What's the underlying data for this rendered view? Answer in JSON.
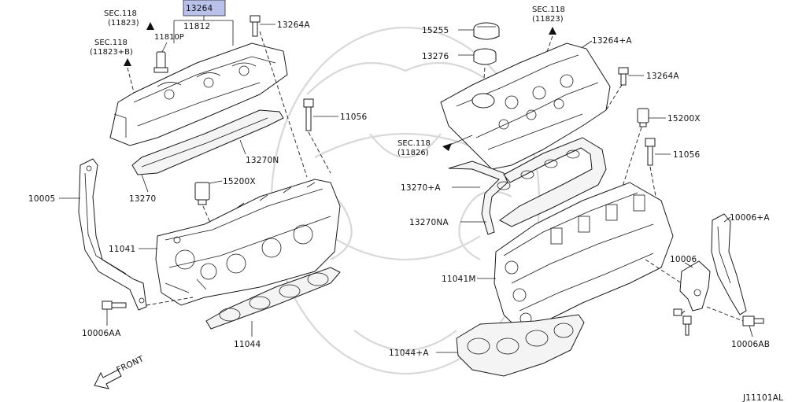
{
  "diagram_id": "J11101AL",
  "front_label": "FRONT",
  "labels": {
    "p13264": "13264",
    "p11812": "11812",
    "p11810P": "11810P",
    "sec118_a1": "SEC.118",
    "sec118_a2": "(11823)",
    "sec118_b1": "SEC.118",
    "sec118_b2": "(11823+B)",
    "p13264A_left": "13264A",
    "p11056_left": "11056",
    "p13270N": "13270N",
    "p13270": "13270",
    "p15200X_left": "15200X",
    "p10005": "10005",
    "p11041": "11041",
    "p10006AA": "10006AA",
    "p11044": "11044",
    "p15255": "15255",
    "p13276": "13276",
    "sec118_c1": "SEC.118",
    "sec118_c2": "(11823)",
    "p13264plusA": "13264+A",
    "p13264A_right": "13264A",
    "p15200X_right": "15200X",
    "sec118_d1": "SEC.118",
    "sec118_d2": "(11826)",
    "p11056_right": "11056",
    "p13270plusA": "13270+A",
    "p13270NA": "13270NA",
    "p10006plusA": "10006+A",
    "p10006": "10006",
    "p11041M": "11041M",
    "p10006AB": "10006AB",
    "p11044plusA": "11044+A"
  },
  "colors": {
    "highlight": "#b9c0ea",
    "line": "#1a1a1a",
    "watermark": "#d8d8d8"
  }
}
